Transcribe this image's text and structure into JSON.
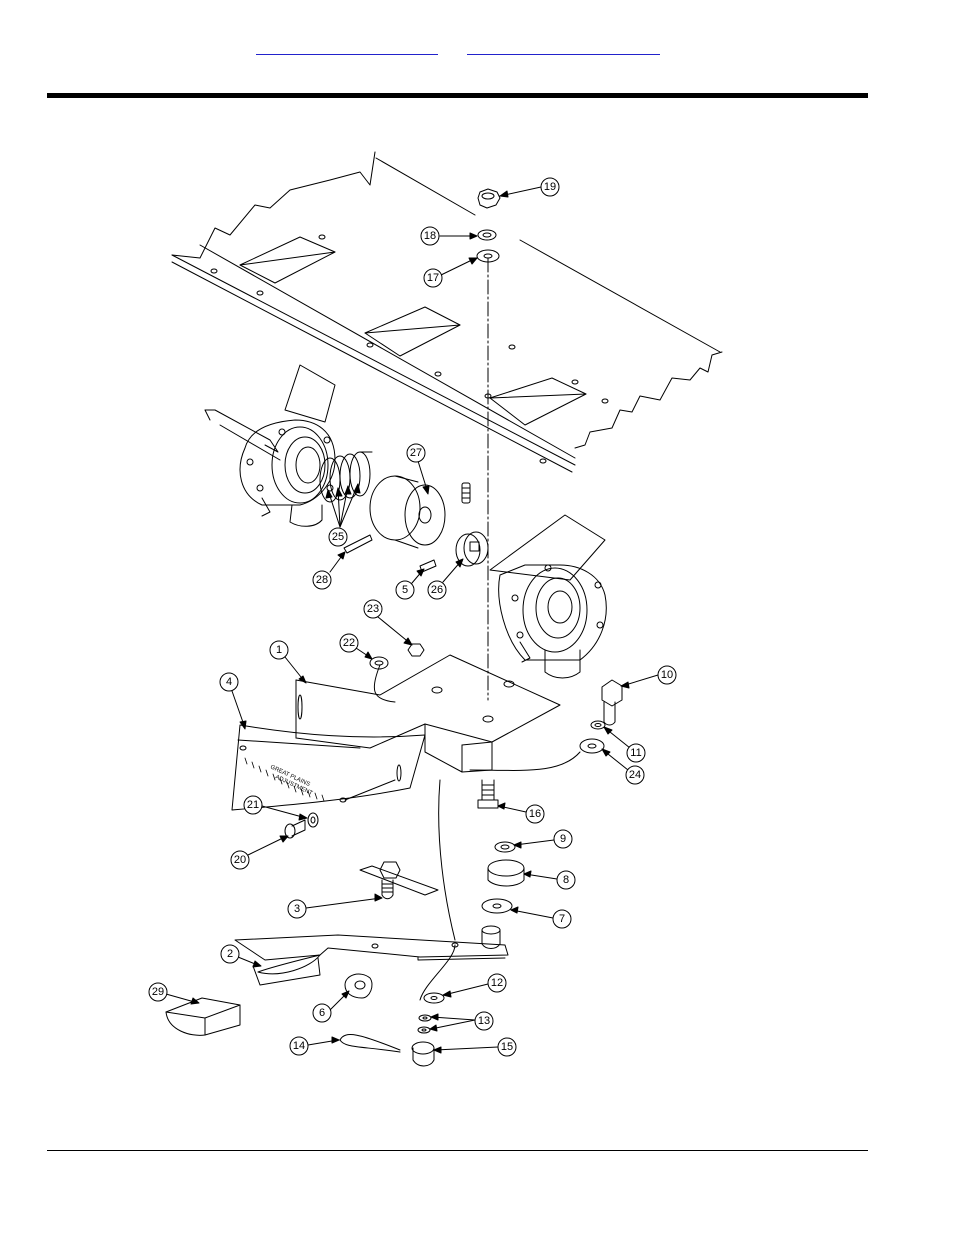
{
  "nav": {
    "links": [
      {
        "text": ""
      },
      {
        "text": ""
      }
    ]
  },
  "gauge": {
    "brand": "GREAT PLAINS",
    "sub": "ADJUSTMENT"
  },
  "callouts": [
    {
      "id": "c19",
      "label": "19"
    },
    {
      "id": "c18",
      "label": "18"
    },
    {
      "id": "c17",
      "label": "17"
    },
    {
      "id": "c27",
      "label": "27"
    },
    {
      "id": "c25",
      "label": "25"
    },
    {
      "id": "c28",
      "label": "28"
    },
    {
      "id": "c5",
      "label": "5"
    },
    {
      "id": "c26",
      "label": "26"
    },
    {
      "id": "c23",
      "label": "23"
    },
    {
      "id": "c22",
      "label": "22"
    },
    {
      "id": "c1",
      "label": "1"
    },
    {
      "id": "c4",
      "label": "4"
    },
    {
      "id": "c10",
      "label": "10"
    },
    {
      "id": "c11",
      "label": "11"
    },
    {
      "id": "c24",
      "label": "24"
    },
    {
      "id": "c16",
      "label": "16"
    },
    {
      "id": "c21",
      "label": "21"
    },
    {
      "id": "c20",
      "label": "20"
    },
    {
      "id": "c9",
      "label": "9"
    },
    {
      "id": "c8",
      "label": "8"
    },
    {
      "id": "c3",
      "label": "3"
    },
    {
      "id": "c7",
      "label": "7"
    },
    {
      "id": "c2",
      "label": "2"
    },
    {
      "id": "c29",
      "label": "29"
    },
    {
      "id": "c6",
      "label": "6"
    },
    {
      "id": "c12",
      "label": "12"
    },
    {
      "id": "c13",
      "label": "13"
    },
    {
      "id": "c14",
      "label": "14"
    },
    {
      "id": "c15",
      "label": "15"
    }
  ]
}
